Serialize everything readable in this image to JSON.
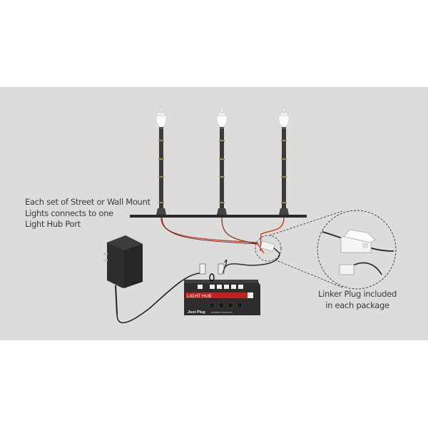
{
  "caption_left": {
    "line1": "Each set of Street or Wall Mount",
    "line2": "Lights connects to one",
    "line3": "Light Hub Port"
  },
  "caption_right": {
    "line1": "Linker Plug included",
    "line2": "in each package"
  },
  "hub": {
    "label": "LIGHT HUB",
    "brand": "Just Plug",
    "controls_label": "DIMMER CONTROLS",
    "red_color": "#c3201f"
  },
  "colors": {
    "background": "#dddcda",
    "wire_red": "#d2361c",
    "pole": "#3a3a38"
  }
}
